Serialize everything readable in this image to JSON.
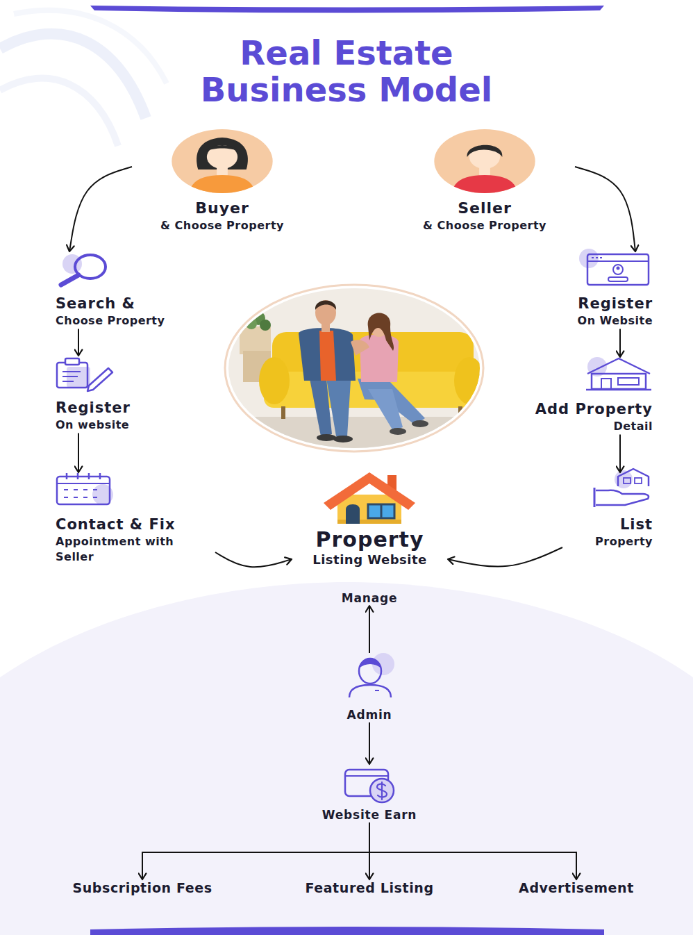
{
  "diagram": {
    "title": "Real Estate Business Model",
    "nodes": [
      {
        "text": [
          "Buyer",
          "& Choose Property"
        ]
      },
      {
        "text": [
          "Seller",
          "& Choose Property"
        ]
      },
      {
        "text": [
          "Search &",
          "Choose Property"
        ]
      },
      {
        "text": [
          "Register",
          "On website"
        ]
      },
      {
        "text": [
          "Contact & Fix",
          "Appointment with Seller"
        ]
      },
      {
        "text": [
          "Register",
          "On Website"
        ]
      },
      {
        "text": [
          "Add Property",
          "Detail"
        ]
      },
      {
        "text": [
          "List",
          "Property"
        ]
      },
      {
        "text": [
          "Property",
          "Listing Website"
        ]
      },
      {
        "text": [
          "Manage"
        ]
      },
      {
        "text": [
          "Admin"
        ]
      },
      {
        "text": [
          "Website Earn"
        ]
      },
      {
        "text": [
          "Subscription Fees"
        ]
      },
      {
        "text": [
          "Featured Listing"
        ]
      },
      {
        "text": [
          "Advertisement"
        ]
      }
    ],
    "edges": [
      {
        "from": 0,
        "to": 2,
        "arrow": "to"
      },
      {
        "from": 2,
        "to": 3,
        "arrow": "to"
      },
      {
        "from": 3,
        "to": 4,
        "arrow": "to"
      },
      {
        "from": 4,
        "to": 8,
        "arrow": "to"
      },
      {
        "from": 1,
        "to": 5,
        "arrow": "to"
      },
      {
        "from": 5,
        "to": 6,
        "arrow": "to"
      },
      {
        "from": 6,
        "to": 7,
        "arrow": "to"
      },
      {
        "from": 7,
        "to": 8,
        "arrow": "to"
      },
      {
        "from": 10,
        "to": 9,
        "arrow": "to"
      },
      {
        "from": 10,
        "to": 11,
        "arrow": "to"
      },
      {
        "from": 11,
        "to": 12,
        "arrow": "to"
      },
      {
        "from": 11,
        "to": 13,
        "arrow": "to"
      },
      {
        "from": 11,
        "to": 14,
        "arrow": "to"
      }
    ]
  }
}
